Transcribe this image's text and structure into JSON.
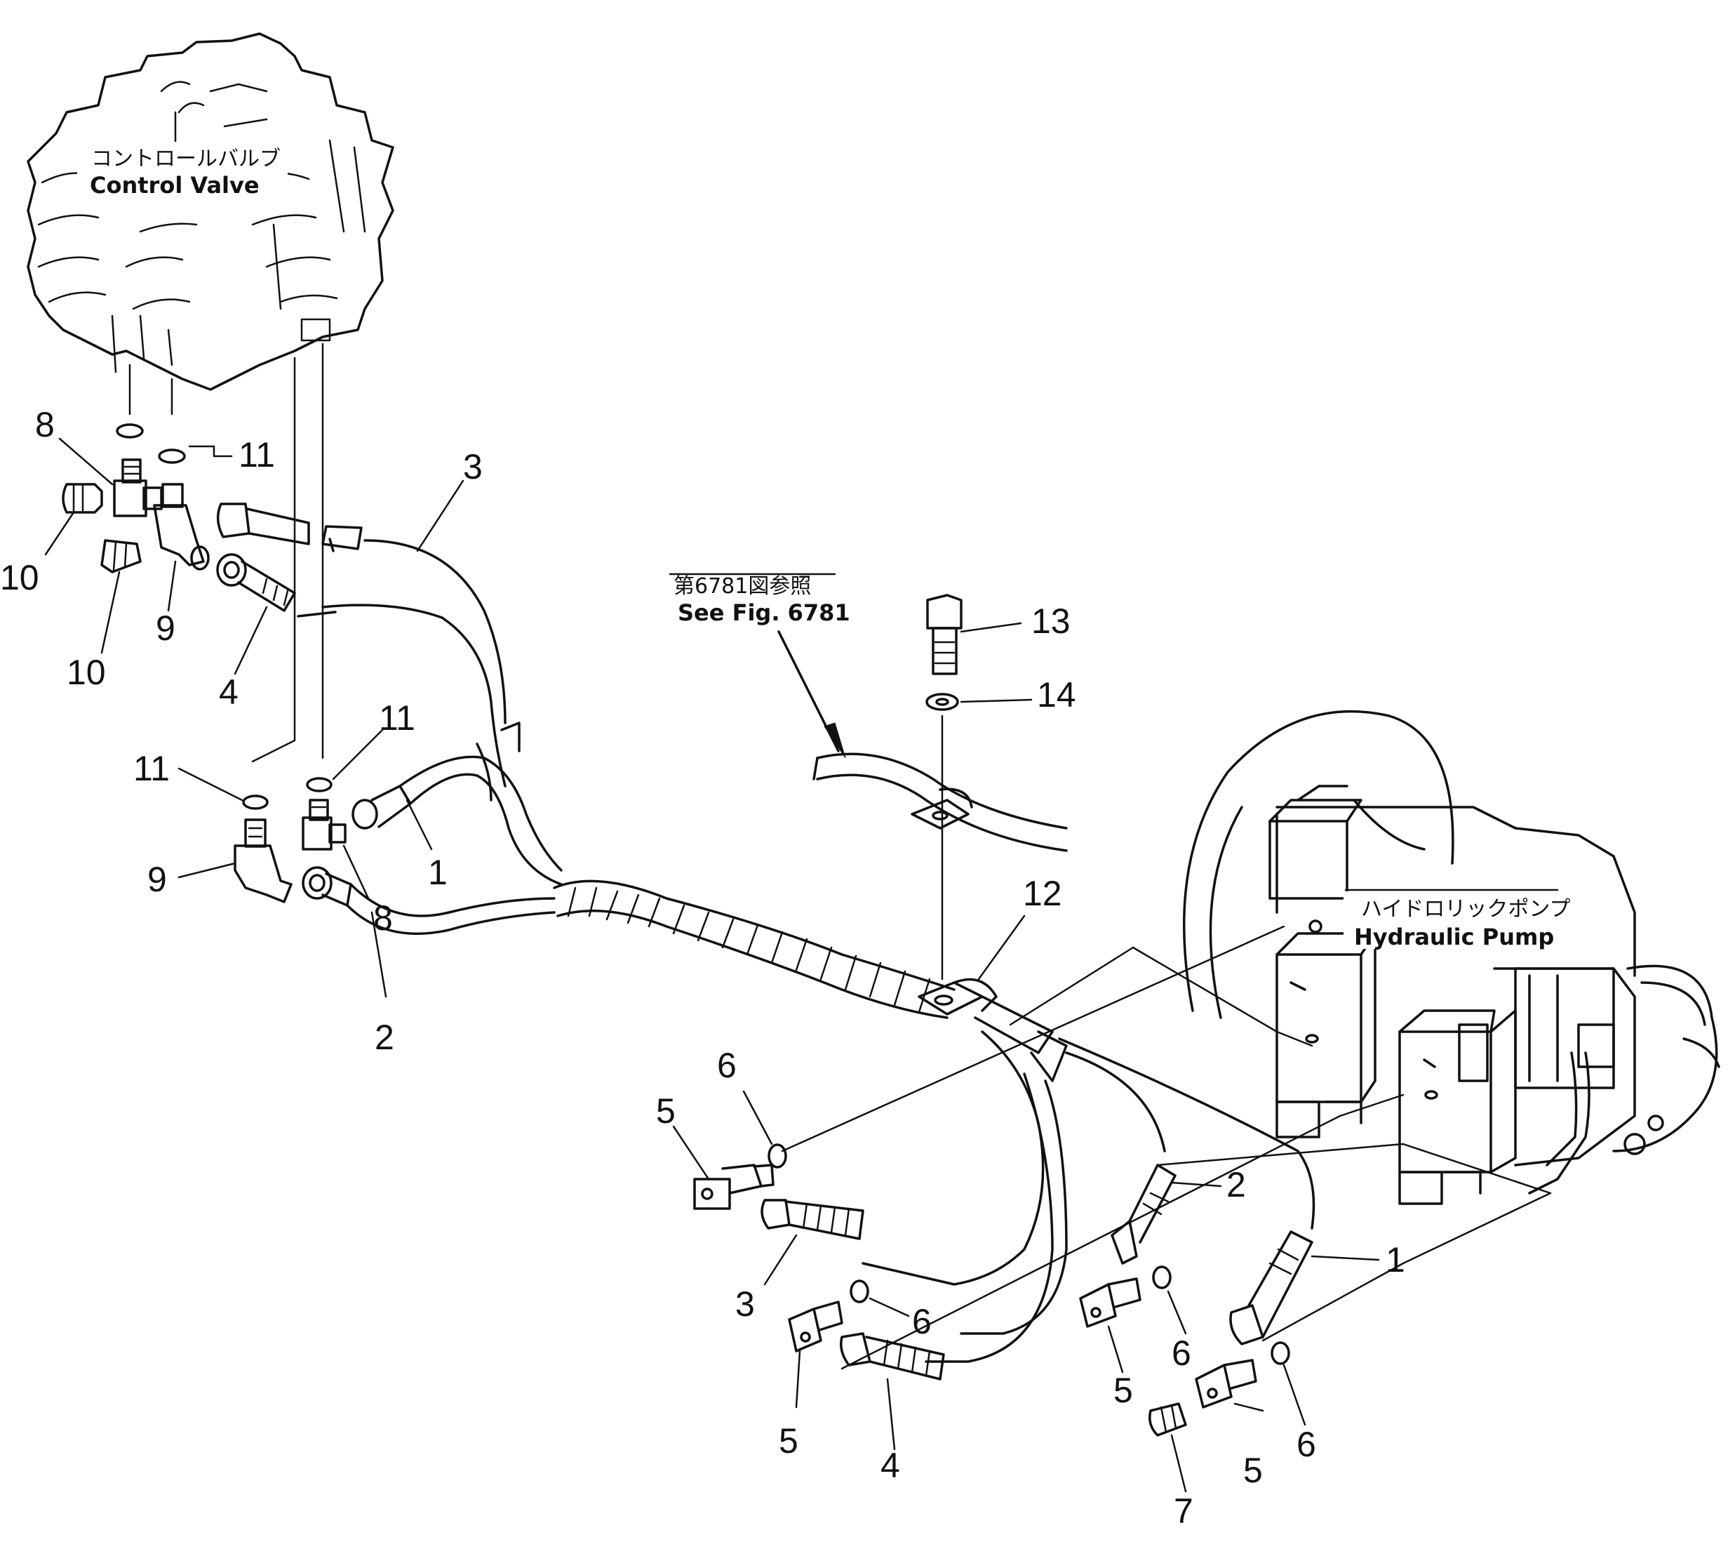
{
  "labels": {
    "control_valve_jp": "コントロールバルブ",
    "control_valve_en": "Control  Valve",
    "hydraulic_pump_jp": "ハイドロリックポンプ",
    "hydraulic_pump_en": "Hydraulic  Pump",
    "see_fig_jp": "第6781図参照",
    "see_fig_en": "See  Fig.  6781"
  },
  "callouts": {
    "c8a": "8",
    "c11a": "11",
    "c3a": "3",
    "c10a": "10",
    "c9a": "9",
    "c10b": "10",
    "c4a": "4",
    "c11b": "11",
    "c11c": "11",
    "c1a": "1",
    "c9b": "9",
    "c8b": "8",
    "c2a": "2",
    "c13": "13",
    "c14": "14",
    "c12": "12",
    "c6a": "6",
    "c5a": "5",
    "c3b": "3",
    "c6b": "6",
    "c5b": "5",
    "c4b": "4",
    "c2b": "2",
    "c1b": "1",
    "c6c": "6",
    "c5c": "5",
    "c5d": "5",
    "c6d": "6",
    "c7": "7"
  }
}
